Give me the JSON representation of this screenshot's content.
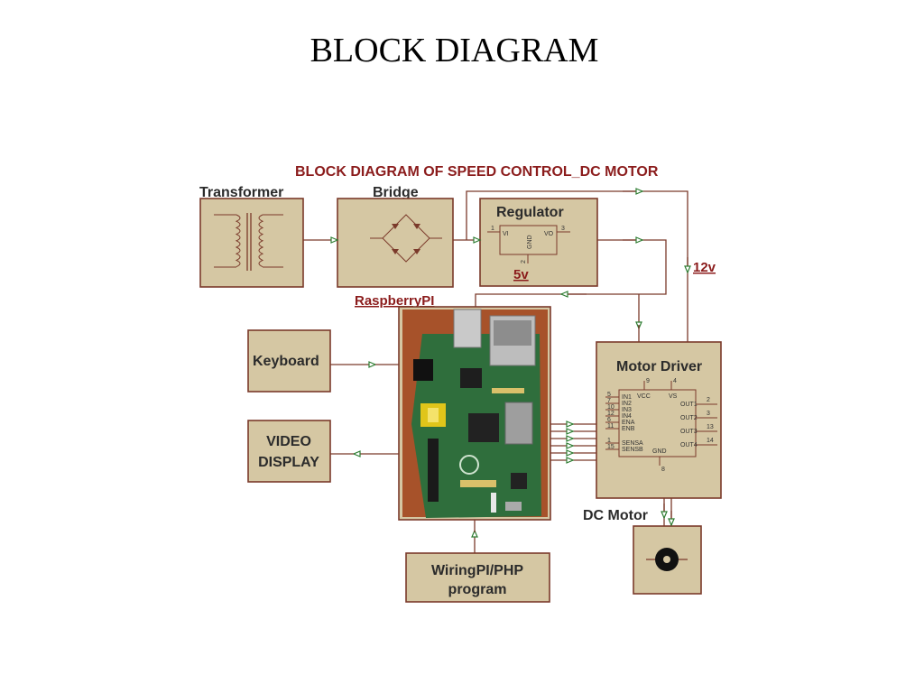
{
  "slide": {
    "title": "BLOCK DIAGRAM"
  },
  "diagram": {
    "title": "BLOCK DIAGRAM OF SPEED CONTROL_DC MOTOR",
    "blocks": {
      "transformer": "Transformer",
      "bridge": "Bridge",
      "regulator": "Regulator",
      "raspberry_pi": "RaspberryPI",
      "keyboard": "Keyboard",
      "video_display_line1": "VIDEO",
      "video_display_line2": "DISPLAY",
      "motor_driver": "Motor Driver",
      "dc_motor": "DC Motor",
      "program_line1": "WiringPI/PHP",
      "program_line2": "program"
    },
    "voltages": {
      "regulated": "5v",
      "supply": "12v"
    },
    "regulator_pins": {
      "vi": "VI",
      "vo": "VO",
      "gnd": "GND",
      "p1": "1",
      "p2": "2",
      "p3": "3"
    },
    "driver_pins": {
      "top_9": "9",
      "top_4": "4",
      "vcc": "VCC",
      "vs": "VS",
      "gnd": "GND",
      "bottom_8": "8",
      "left": [
        {
          "num": "5",
          "name": "IN1"
        },
        {
          "num": "7",
          "name": "IN2"
        },
        {
          "num": "10",
          "name": "IN3"
        },
        {
          "num": "12",
          "name": "IN4"
        },
        {
          "num": "6",
          "name": "ENA"
        },
        {
          "num": "11",
          "name": "ENB"
        },
        {
          "num": "1",
          "name": "SENSA"
        },
        {
          "num": "15",
          "name": "SENSB"
        }
      ],
      "right": [
        {
          "num": "2",
          "name": "OUT1"
        },
        {
          "num": "3",
          "name": "OUT2"
        },
        {
          "num": "13",
          "name": "OUT3"
        },
        {
          "num": "14",
          "name": "OUT4"
        }
      ]
    },
    "colors": {
      "block_fill": "#d5c7a3",
      "wire": "#7b3a2b",
      "arrow": "#2e7d32",
      "label_red": "#8b1c1c"
    }
  }
}
